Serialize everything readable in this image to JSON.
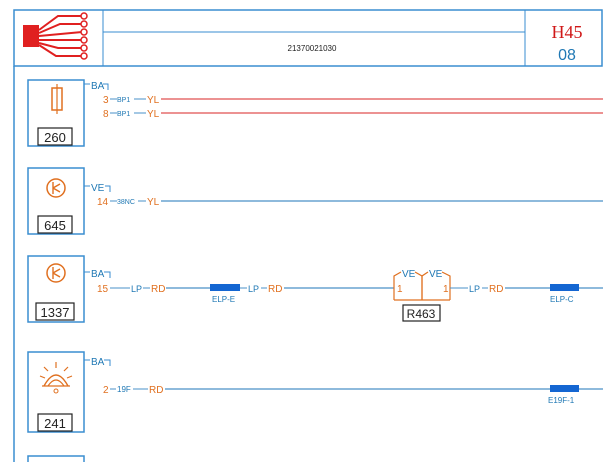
{
  "header": {
    "doc_code": "21370021030",
    "page_code": "H45",
    "page_number": "08"
  },
  "components": [
    {
      "id": "260",
      "type": "fuse-icon",
      "connector": "BA"
    },
    {
      "id": "645",
      "type": "ground-icon",
      "connector": "VE"
    },
    {
      "id": "1337",
      "type": "ground-icon",
      "connector": "BA"
    },
    {
      "id": "241",
      "type": "lamp-icon",
      "connector": "BA"
    }
  ],
  "wires": {
    "w1": {
      "pin": "3",
      "wire": "BP1",
      "color": "YL"
    },
    "w2": {
      "pin": "8",
      "wire": "BP1",
      "color": "YL"
    },
    "w3": {
      "pin": "14",
      "wire": "38NC",
      "color": "YL"
    },
    "w4": {
      "pin": "15",
      "wire": "LP",
      "color": "RD",
      "splice": "ELP-E",
      "after_splice_wire": "LP",
      "after_splice_color": "RD"
    },
    "w4b": {
      "wire": "LP",
      "color": "RD",
      "splice": "ELP-C"
    },
    "w5": {
      "pin": "2",
      "wire": "19F",
      "color": "RD",
      "splice": "E19F-1"
    }
  },
  "connector_r463": {
    "id": "R463",
    "left_label": "VE",
    "right_label": "VE",
    "left_pin": "1",
    "right_pin": "1"
  },
  "colors": {
    "red_line": "#e05050",
    "blue_line": "#4a90c8",
    "splice_fill": "#1466d2",
    "text_blue": "#1f78b4",
    "text_orange": "#e07020",
    "connector_red": "#e02020"
  }
}
